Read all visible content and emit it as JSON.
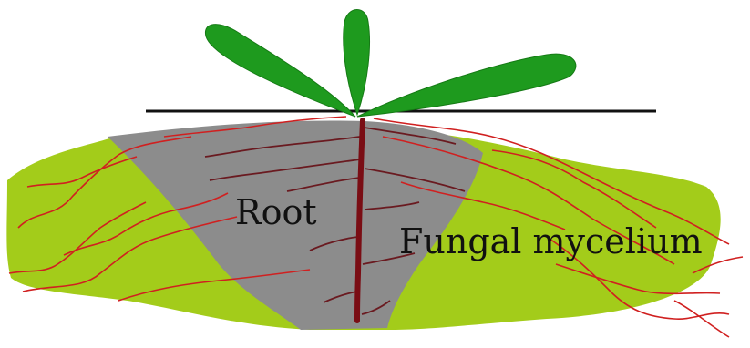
{
  "labels": {
    "root": "Root",
    "fungal_mycelium": "Fungal mycelium"
  },
  "colors": {
    "background": "#ffffff",
    "leaf": "#1e9a1e",
    "leaf_edge": "#157a15",
    "soil_mycelium_zone": "#a3cc1a",
    "root_zone": "#8c8c8c",
    "root_main": "#7a0d14",
    "root_branches": "#6a1a20",
    "hyphae": "#d02020",
    "ground_line": "#111111"
  },
  "icons": {
    "plant": "seedling-with-three-leaves",
    "ground": "ground-surface-line"
  }
}
